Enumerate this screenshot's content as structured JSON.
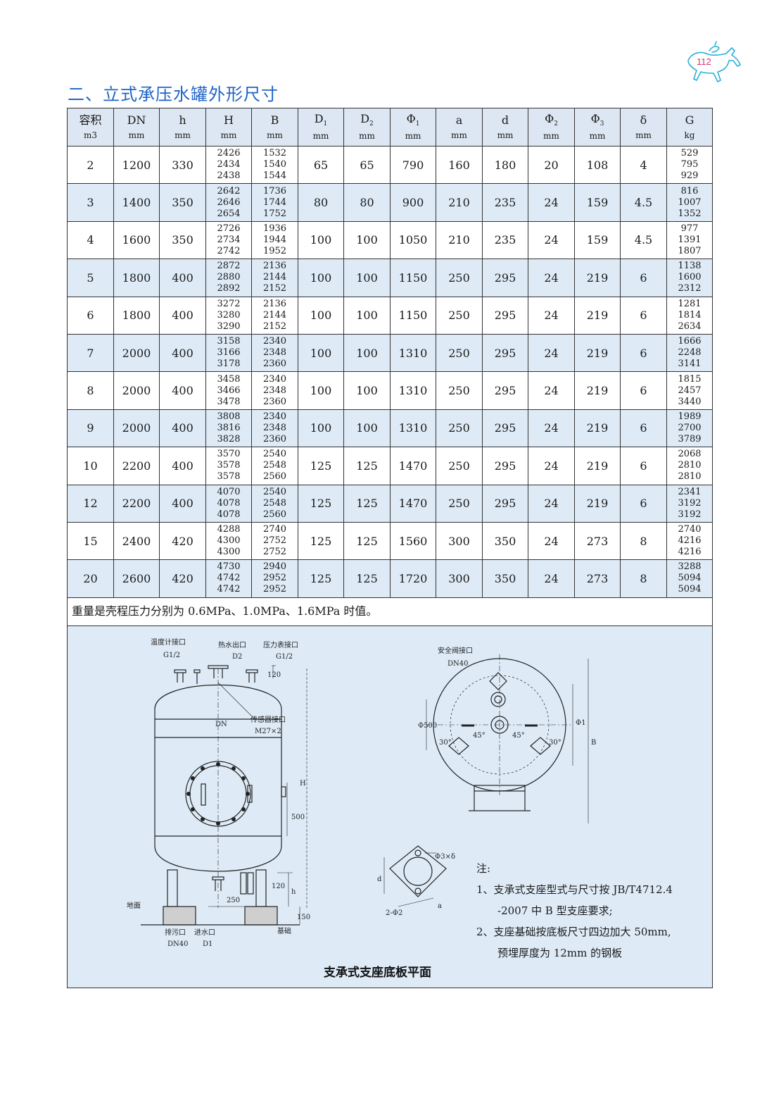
{
  "header": {
    "page_number": "112",
    "title": "二、立式承压水罐外形尺寸"
  },
  "table": {
    "columns": [
      {
        "name": "容积",
        "unit": "m3"
      },
      {
        "name": "DN",
        "unit": "mm"
      },
      {
        "name": "h",
        "unit": "mm"
      },
      {
        "name": "H",
        "unit": "mm"
      },
      {
        "name": "B",
        "unit": "mm"
      },
      {
        "name": "D",
        "sub": "1",
        "unit": "mm"
      },
      {
        "name": "D",
        "sub": "2",
        "unit": "mm"
      },
      {
        "name": "Φ",
        "sub": "1",
        "unit": "mm"
      },
      {
        "name": "a",
        "unit": "mm"
      },
      {
        "name": "d",
        "unit": "mm"
      },
      {
        "name": "Φ",
        "sub": "2",
        "unit": "mm"
      },
      {
        "name": "Φ",
        "sub": "3",
        "unit": "mm"
      },
      {
        "name": "δ",
        "unit": "mm"
      },
      {
        "name": "G",
        "unit": "kg"
      }
    ],
    "rows": [
      {
        "vol": "2",
        "DN": "1200",
        "h": "330",
        "H": [
          "2426",
          "2434",
          "2438"
        ],
        "B": [
          "1532",
          "1540",
          "1544"
        ],
        "D1": "65",
        "D2": "65",
        "phi1": "790",
        "a": "160",
        "d": "180",
        "phi2": "20",
        "phi3": "108",
        "delta": "4",
        "G": [
          "529",
          "795",
          "929"
        ]
      },
      {
        "vol": "3",
        "DN": "1400",
        "h": "350",
        "H": [
          "2642",
          "2646",
          "2654"
        ],
        "B": [
          "1736",
          "1744",
          "1752"
        ],
        "D1": "80",
        "D2": "80",
        "phi1": "900",
        "a": "210",
        "d": "235",
        "phi2": "24",
        "phi3": "159",
        "delta": "4.5",
        "G": [
          "816",
          "1007",
          "1352"
        ]
      },
      {
        "vol": "4",
        "DN": "1600",
        "h": "350",
        "H": [
          "2726",
          "2734",
          "2742"
        ],
        "B": [
          "1936",
          "1944",
          "1952"
        ],
        "D1": "100",
        "D2": "100",
        "phi1": "1050",
        "a": "210",
        "d": "235",
        "phi2": "24",
        "phi3": "159",
        "delta": "4.5",
        "G": [
          "977",
          "1391",
          "1807"
        ]
      },
      {
        "vol": "5",
        "DN": "1800",
        "h": "400",
        "H": [
          "2872",
          "2880",
          "2892"
        ],
        "B": [
          "2136",
          "2144",
          "2152"
        ],
        "D1": "100",
        "D2": "100",
        "phi1": "1150",
        "a": "250",
        "d": "295",
        "phi2": "24",
        "phi3": "219",
        "delta": "6",
        "G": [
          "1138",
          "1600",
          "2312"
        ]
      },
      {
        "vol": "6",
        "DN": "1800",
        "h": "400",
        "H": [
          "3272",
          "3280",
          "3290"
        ],
        "B": [
          "2136",
          "2144",
          "2152"
        ],
        "D1": "100",
        "D2": "100",
        "phi1": "1150",
        "a": "250",
        "d": "295",
        "phi2": "24",
        "phi3": "219",
        "delta": "6",
        "G": [
          "1281",
          "1814",
          "2634"
        ]
      },
      {
        "vol": "7",
        "DN": "2000",
        "h": "400",
        "H": [
          "3158",
          "3166",
          "3178"
        ],
        "B": [
          "2340",
          "2348",
          "2360"
        ],
        "D1": "100",
        "D2": "100",
        "phi1": "1310",
        "a": "250",
        "d": "295",
        "phi2": "24",
        "phi3": "219",
        "delta": "6",
        "G": [
          "1666",
          "2248",
          "3141"
        ]
      },
      {
        "vol": "8",
        "DN": "2000",
        "h": "400",
        "H": [
          "3458",
          "3466",
          "3478"
        ],
        "B": [
          "2340",
          "2348",
          "2360"
        ],
        "D1": "100",
        "D2": "100",
        "phi1": "1310",
        "a": "250",
        "d": "295",
        "phi2": "24",
        "phi3": "219",
        "delta": "6",
        "G": [
          "1815",
          "2457",
          "3440"
        ]
      },
      {
        "vol": "9",
        "DN": "2000",
        "h": "400",
        "H": [
          "3808",
          "3816",
          "3828"
        ],
        "B": [
          "2340",
          "2348",
          "2360"
        ],
        "D1": "100",
        "D2": "100",
        "phi1": "1310",
        "a": "250",
        "d": "295",
        "phi2": "24",
        "phi3": "219",
        "delta": "6",
        "G": [
          "1989",
          "2700",
          "3789"
        ]
      },
      {
        "vol": "10",
        "DN": "2200",
        "h": "400",
        "H": [
          "3570",
          "3578",
          "3578"
        ],
        "B": [
          "2540",
          "2548",
          "2560"
        ],
        "D1": "125",
        "D2": "125",
        "phi1": "1470",
        "a": "250",
        "d": "295",
        "phi2": "24",
        "phi3": "219",
        "delta": "6",
        "G": [
          "2068",
          "2810",
          "2810"
        ]
      },
      {
        "vol": "12",
        "DN": "2200",
        "h": "400",
        "H": [
          "4070",
          "4078",
          "4078"
        ],
        "B": [
          "2540",
          "2548",
          "2560"
        ],
        "D1": "125",
        "D2": "125",
        "phi1": "1470",
        "a": "250",
        "d": "295",
        "phi2": "24",
        "phi3": "219",
        "delta": "6",
        "G": [
          "2341",
          "3192",
          "3192"
        ]
      },
      {
        "vol": "15",
        "DN": "2400",
        "h": "420",
        "H": [
          "4288",
          "4300",
          "4300"
        ],
        "B": [
          "2740",
          "2752",
          "2752"
        ],
        "D1": "125",
        "D2": "125",
        "phi1": "1560",
        "a": "300",
        "d": "350",
        "phi2": "24",
        "phi3": "273",
        "delta": "8",
        "G": [
          "2740",
          "4216",
          "4216"
        ]
      },
      {
        "vol": "20",
        "DN": "2600",
        "h": "420",
        "H": [
          "4730",
          "4742",
          "4742"
        ],
        "B": [
          "2940",
          "2952",
          "2952"
        ],
        "D1": "125",
        "D2": "125",
        "phi1": "1720",
        "a": "300",
        "d": "350",
        "phi2": "24",
        "phi3": "273",
        "delta": "8",
        "G": [
          "3288",
          "5094",
          "5094"
        ]
      }
    ],
    "note": "重量是壳程压力分别为 0.6MPa、1.0MPa、1.6MPa 时值。"
  },
  "drawing": {
    "side_view_labels": {
      "thermometer_port": "温度计接口",
      "thermometer_thread": "G1/2",
      "hot_water_outlet": "热水出口",
      "hot_water_outlet_dim": "D2",
      "pressure_gauge_port": "压力表接口",
      "pressure_gauge_thread": "G1/2",
      "top_dim": "120",
      "dn": "DN",
      "sensor_port": "传感器接口",
      "sensor_thread": "M27×2",
      "height": "H",
      "dim_500": "500",
      "dim_120_bottom": "120",
      "dim_h": "h",
      "dim_250": "250",
      "dim_150": "150",
      "ground": "地面",
      "drain": "排污口",
      "drain_size": "DN40",
      "water_inlet": "进水口",
      "water_inlet_dim": "D1",
      "foundation": "基础"
    },
    "top_view_labels": {
      "safety_valve_port": "安全阀接口",
      "safety_valve_size": "DN40",
      "phi500": "Φ500",
      "angle_30_left": "30°",
      "angle_45_left": "45°",
      "angle_45_right": "45°",
      "angle_30_right": "30°",
      "phi1": "Φ1",
      "b": "B"
    },
    "base_plate_labels": {
      "hole": "Φ3×δ",
      "d": "d",
      "a": "a",
      "holes": "2-Φ2"
    },
    "caption": "支承式支座底板平面"
  },
  "notes": {
    "heading": "注:",
    "line1": "1、支承式支座型式与尺寸按 JB/T4712.4",
    "line2": "-2007 中 B 型支座要求;",
    "line3": "2、支座基础按底板尺寸四边加大 50mm,",
    "line4": "预埋厚度为 12mm 的钢板"
  },
  "colors": {
    "title": "#1f63c6",
    "row_highlight": "#deebf7",
    "drawing_bg": "#deebf7",
    "page_number": "#d6327a",
    "logo": "#2ab0d8"
  }
}
